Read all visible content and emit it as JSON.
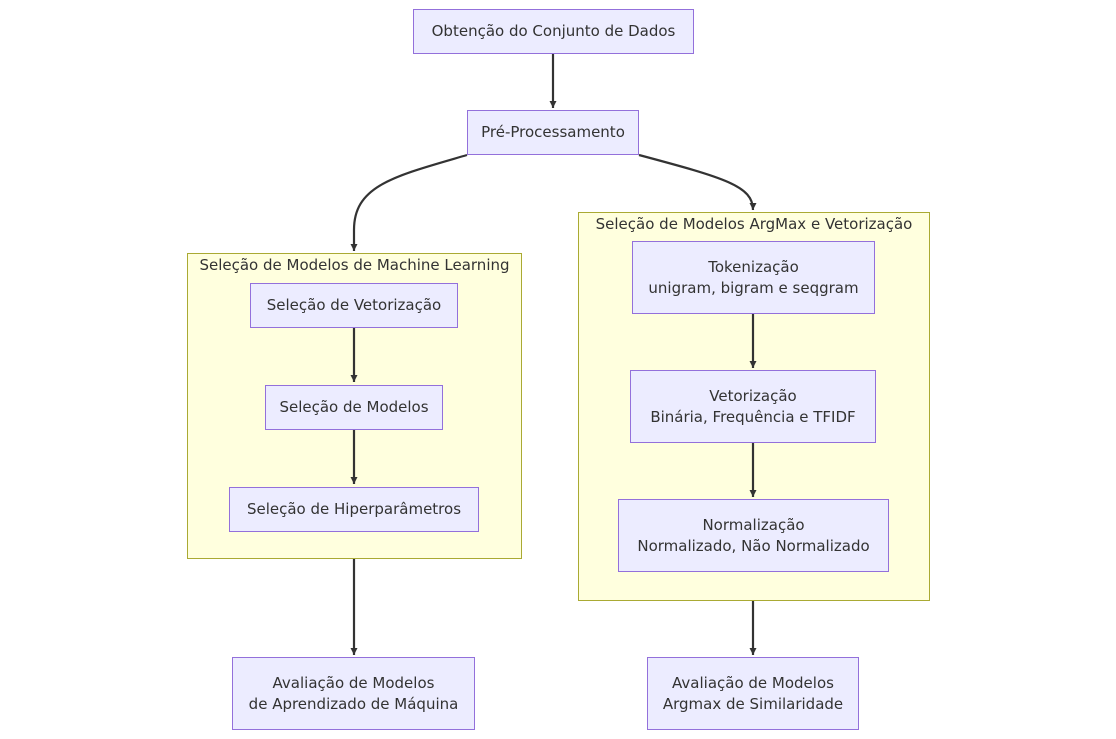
{
  "clusters": {
    "ml": {
      "title": "Seleção de Modelos de Machine Learning"
    },
    "argmax": {
      "title": "Seleção de Modelos ArgMax e Vetorização"
    }
  },
  "nodes": {
    "obtencao": {
      "line1": "Obtenção do Conjunto de Dados"
    },
    "preprocessamento": {
      "line1": "Pré-Processamento"
    },
    "selecao_vetorizacao": {
      "line1": "Seleção de Vetorização"
    },
    "selecao_modelos": {
      "line1": "Seleção de Modelos"
    },
    "selecao_hiperparametros": {
      "line1": "Seleção de Hiperparâmetros"
    },
    "tokenizacao": {
      "line1": "Tokenização",
      "line2": "unigram, bigram e seqgram"
    },
    "vetorizacao": {
      "line1": "Vetorização",
      "line2": "Binária, Frequência e TFIDF"
    },
    "normalizacao": {
      "line1": "Normalização",
      "line2": "Normalizado, Não Normalizado"
    },
    "avaliacao_ml": {
      "line1": "Avaliação de Modelos",
      "line2": "de Aprendizado de Máquina"
    },
    "avaliacao_argmax": {
      "line1": "Avaliação de Modelos",
      "line2": "Argmax de Similaridade"
    }
  },
  "colors": {
    "node_fill": "#ececff",
    "node_border": "#9370db",
    "cluster_fill": "#ffffde",
    "cluster_border": "#aaaa33",
    "edge": "#333333"
  }
}
